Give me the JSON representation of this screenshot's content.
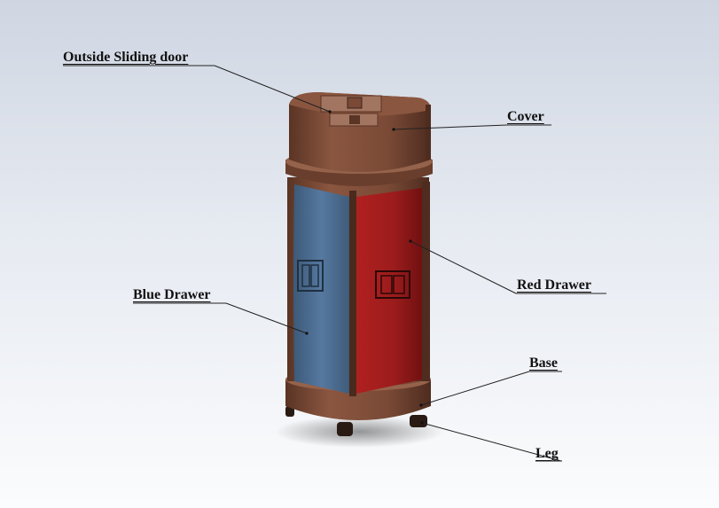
{
  "diagram": {
    "colors": {
      "body_brown": "#7a4a36",
      "body_brown_dark": "#4e2c1f",
      "body_brown_light": "#95624b",
      "blue_drawer": "#4d6c8c",
      "red_drawer": "#9c1c1c",
      "leader_line": "#222222"
    },
    "labels": {
      "outside_sliding_door": "Outside Sliding door",
      "cover": "Cover",
      "blue_drawer": "Blue Drawer",
      "red_drawer": "Red Drawer",
      "base": "Base",
      "leg": "Leg"
    }
  }
}
